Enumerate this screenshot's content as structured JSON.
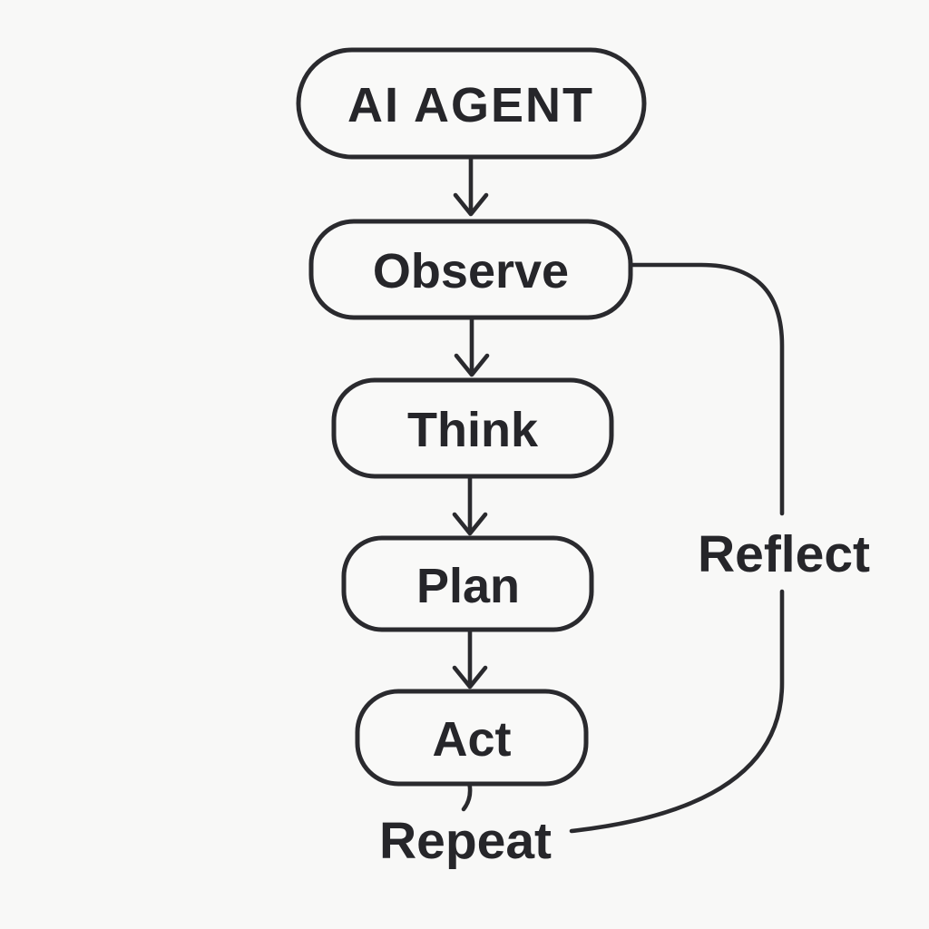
{
  "canvas": {
    "background": "#f8f8f7",
    "line_color": "#2a2a2e",
    "text_color": "#26262a"
  },
  "flow": {
    "nodes": [
      {
        "id": "ai-agent",
        "label": "AI AGENT"
      },
      {
        "id": "observe",
        "label": "Observe"
      },
      {
        "id": "think",
        "label": "Think"
      },
      {
        "id": "plan",
        "label": "Plan"
      },
      {
        "id": "act",
        "label": "Act"
      }
    ],
    "edges": [
      {
        "from": "AI AGENT",
        "to": "Observe"
      },
      {
        "from": "Observe",
        "to": "Think"
      },
      {
        "from": "Think",
        "to": "Plan"
      },
      {
        "from": "Plan",
        "to": "Act"
      },
      {
        "from": "Observe",
        "to": "Repeat",
        "label": "Reflect",
        "style": "feedback-loop"
      },
      {
        "from": "Act",
        "to": "Repeat",
        "style": "tail"
      }
    ],
    "loop_label": "Reflect",
    "repeat_label": "Repeat"
  }
}
